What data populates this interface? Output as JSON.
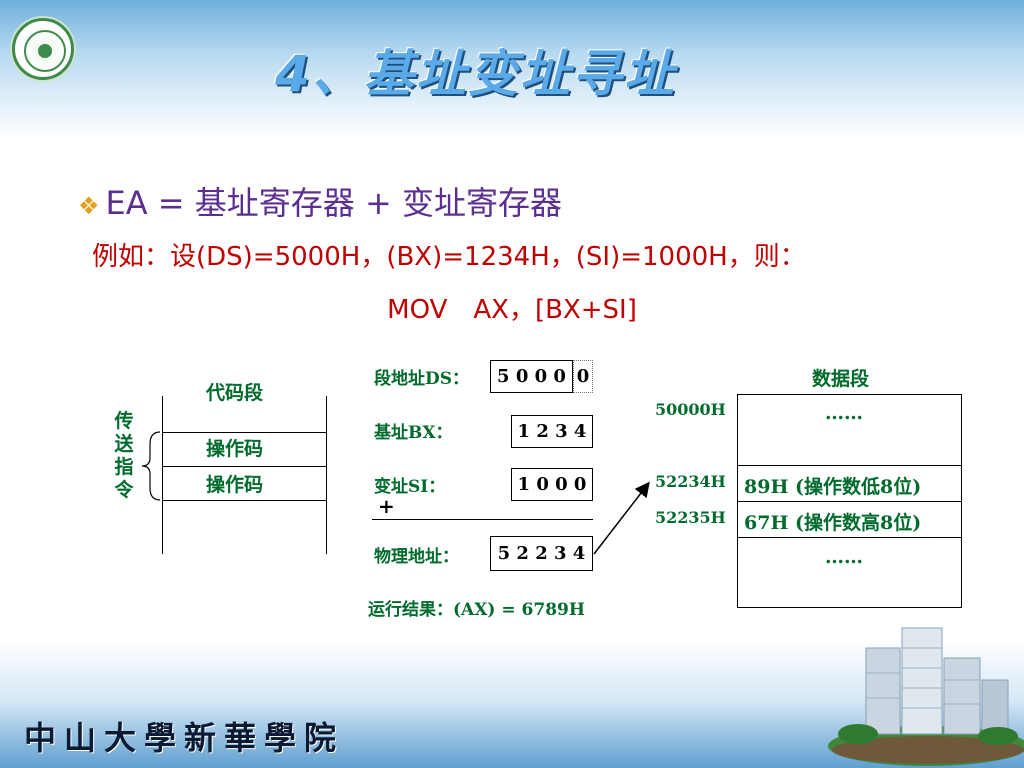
{
  "header": {
    "title": "4、基址变址寻址"
  },
  "content": {
    "formula_line": "EA = 基址寄存器 + 变址寄存器",
    "example_line": "例如：设(DS)=5000H，(BX)=1234H，(SI)=1000H，则：",
    "instruction_line": "MOV　AX，[BX+SI]"
  },
  "diagram": {
    "code_segment": {
      "title": "代码段",
      "side_label": [
        "传",
        "送",
        "指",
        "令"
      ],
      "opcode_1": "操作码",
      "opcode_2": "操作码"
    },
    "calc": {
      "ds_label": "段地址DS：",
      "ds_value": "5 0 0 0",
      "ds_shift": "0",
      "bx_label": "基址BX：",
      "bx_value": "1 2 3 4",
      "si_label": "变址SI：",
      "si_value": "1 0 0 0",
      "plus": "+",
      "pa_label": "物理地址：",
      "pa_value": "5 2 2 3 4",
      "result": "运行结果：(AX) = 6789H"
    },
    "data_segment": {
      "title": "数据段",
      "addr_1": "50000H",
      "addr_2": "52234H",
      "addr_3": "52235H",
      "ellipsis_top": "……",
      "cell_low": "89H (操作数低8位)",
      "cell_high": "67H (操作数高8位)",
      "ellipsis_bottom": "……"
    }
  },
  "footer": {
    "school_name": "中山大學新華學院"
  },
  "colors": {
    "title": "#5aa9e8",
    "formula": "#5b2f8f",
    "example": "#c00000",
    "label_green": "#006b2c"
  }
}
